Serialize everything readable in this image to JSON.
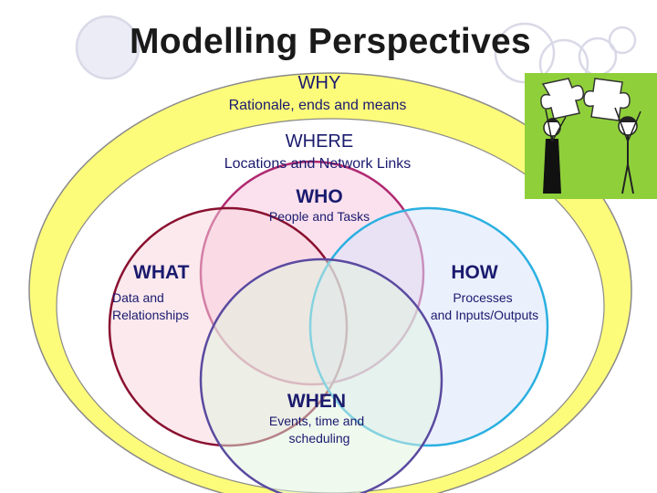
{
  "title": "Modelling Perspectives",
  "why": {
    "heading": "WHY",
    "subtitle": "Rationale, ends and means"
  },
  "where": {
    "heading": "WHERE",
    "subtitle": "Locations and Network Links"
  },
  "who": {
    "heading": "WHO",
    "subtitle": "People and Tasks"
  },
  "what": {
    "heading": "WHAT",
    "subtitle_line1": "Data and",
    "subtitle_line2": "Relationships"
  },
  "how": {
    "heading": "HOW",
    "subtitle_line1": "Processes",
    "subtitle_line2": "and Inputs/Outputs"
  },
  "when": {
    "heading": "WHEN",
    "subtitle_line1": "Events, time and",
    "subtitle_line2": "scheduling"
  },
  "colors": {
    "outer_ring": "#fdfb7a",
    "inner_oval": "#ffffff",
    "who_circle_fill": "#f8c9e0",
    "who_circle_stroke": "#b02a70",
    "what_circle_fill": "#f7d3dc",
    "what_circle_stroke": "#8a1030",
    "how_circle_fill": "#dbe3fb",
    "how_circle_stroke": "#2ab0e0",
    "when_circle_fill": "#dff3dd",
    "when_circle_stroke": "#5a4aa0",
    "decor_circles": "#d9d9e8",
    "clipart_bg": "#8fd03a"
  },
  "clipart": {
    "icon": "people-with-puzzle-pieces-icon"
  }
}
